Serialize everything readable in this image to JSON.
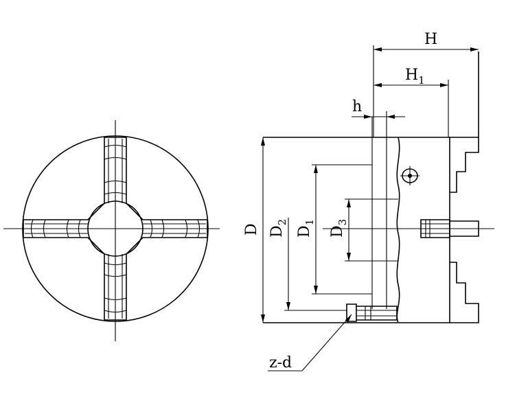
{
  "labels": {
    "H": "H",
    "H1": {
      "base": "H",
      "sub": "1"
    },
    "h": "h",
    "D": "D",
    "D1": {
      "base": "D",
      "sub": "1"
    },
    "D2": {
      "base": "D",
      "sub": "2"
    },
    "D3": {
      "base": "D",
      "sub": "3"
    },
    "zd": "z-d"
  }
}
